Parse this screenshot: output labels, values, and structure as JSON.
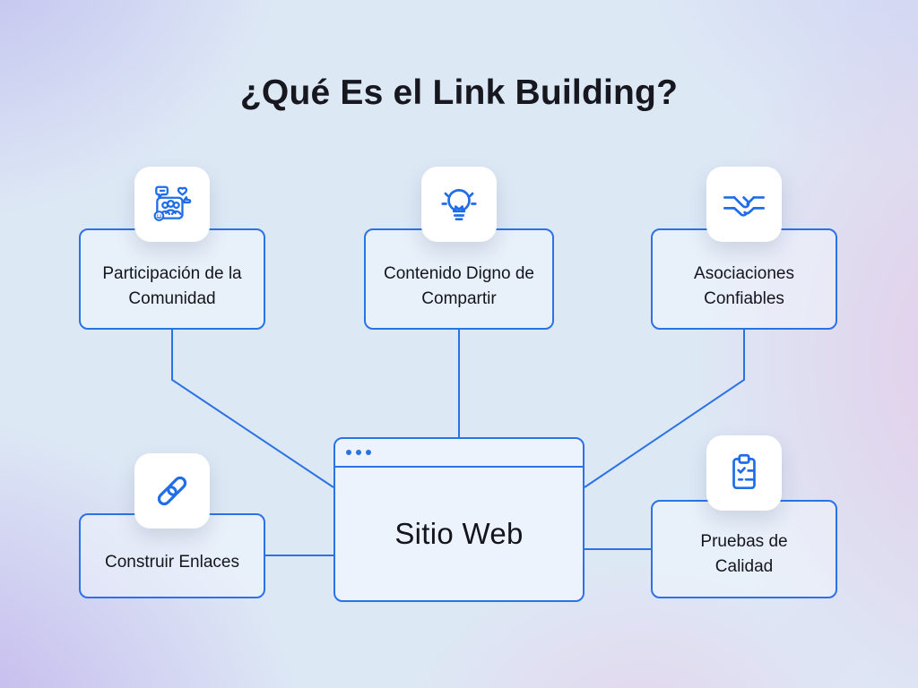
{
  "title": "¿Qué Es el Link Building?",
  "center": {
    "label": "Sitio Web"
  },
  "nodes": [
    {
      "id": "community",
      "label": "Participación de la Comunidad",
      "icon": "community-icon"
    },
    {
      "id": "content",
      "label": "Contenido Digno de Compartir",
      "icon": "lightbulb-icon"
    },
    {
      "id": "partnerships",
      "label": "Asociaciones Confiables",
      "icon": "handshake-icon"
    },
    {
      "id": "links",
      "label": "Construir Enlaces",
      "icon": "chain-link-icon"
    },
    {
      "id": "quality",
      "label": "Pruebas de Calidad",
      "icon": "clipboard-check-icon"
    }
  ],
  "colors": {
    "accent": "#2b72e6",
    "icon_blue": "#1f6de8",
    "text": "#16161e",
    "background_base": "#dde8f5"
  }
}
